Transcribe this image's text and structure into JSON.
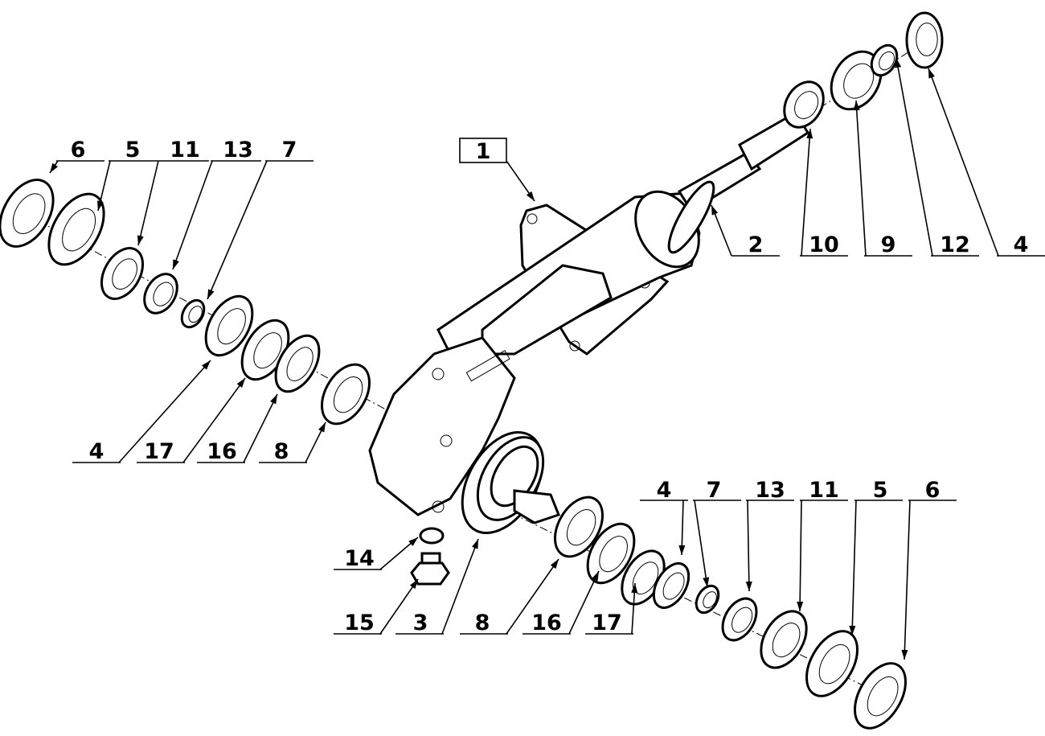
{
  "diagram": {
    "type": "exploded-parts-view",
    "callouts": [
      {
        "id": "main-1",
        "number": "1",
        "boxed": true
      },
      {
        "id": "shaft-2",
        "number": "2"
      },
      {
        "id": "top-10",
        "number": "10"
      },
      {
        "id": "top-9",
        "number": "9"
      },
      {
        "id": "top-12",
        "number": "12"
      },
      {
        "id": "top-4",
        "number": "4"
      },
      {
        "id": "left-6",
        "number": "6"
      },
      {
        "id": "left-5",
        "number": "5"
      },
      {
        "id": "left-11",
        "number": "11"
      },
      {
        "id": "left-13",
        "number": "13"
      },
      {
        "id": "left-7",
        "number": "7"
      },
      {
        "id": "left-4",
        "number": "4"
      },
      {
        "id": "left-17",
        "number": "17"
      },
      {
        "id": "left-16",
        "number": "16"
      },
      {
        "id": "left-8",
        "number": "8"
      },
      {
        "id": "mid-14",
        "number": "14"
      },
      {
        "id": "mid-15",
        "number": "15"
      },
      {
        "id": "mid-3",
        "number": "3"
      },
      {
        "id": "mid-8",
        "number": "8"
      },
      {
        "id": "mid-16",
        "number": "16"
      },
      {
        "id": "mid-17",
        "number": "17"
      },
      {
        "id": "right-4",
        "number": "4"
      },
      {
        "id": "right-7",
        "number": "7"
      },
      {
        "id": "right-13",
        "number": "13"
      },
      {
        "id": "right-11",
        "number": "11"
      },
      {
        "id": "right-5",
        "number": "5"
      },
      {
        "id": "right-6",
        "number": "6"
      }
    ]
  }
}
